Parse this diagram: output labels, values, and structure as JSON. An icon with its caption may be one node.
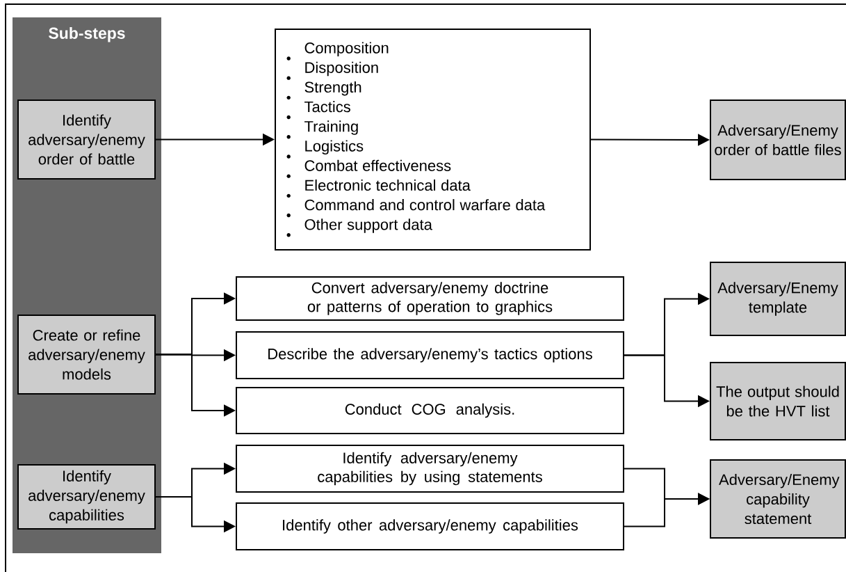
{
  "diagram": {
    "nodes": [
      {
        "text": [
          "Sub-steps"
        ]
      },
      {
        "text": [
          "Identify adversary/enemy order of battle"
        ],
        "in": 0
      },
      {
        "text": [
          "Composition",
          "Disposition",
          "Strength",
          "Tactics",
          "Training",
          "Logistics",
          "Combat effectiveness",
          "Electronic technical data",
          "Command and control warfare data",
          "Other support data"
        ]
      },
      {
        "text": [
          "Adversary/Enemy order of battle files"
        ]
      },
      {
        "text": [
          "Create or refine adversary/enemy models"
        ],
        "in": 0
      },
      {
        "text": [
          "Convert adversary/enemy doctrine or patterns of operation to graphics"
        ]
      },
      {
        "text": [
          "Describe the adversary/enemy’s tactics options"
        ]
      },
      {
        "text": [
          "Conduct COG analysis."
        ]
      },
      {
        "text": [
          "Adversary/Enemy template"
        ]
      },
      {
        "text": [
          "The output should be the HVT list"
        ]
      },
      {
        "text": [
          "Identify adversary/enemy capabilities"
        ],
        "in": 0
      },
      {
        "text": [
          "Identify adversary/enemy capabilities by using statements"
        ]
      },
      {
        "text": [
          "Identify other adversary/enemy capabilities"
        ]
      },
      {
        "text": [
          "Adversary/Enemy capability statement"
        ]
      }
    ],
    "edges": [
      {
        "from": 1,
        "to": 2,
        "arrow": "to"
      },
      {
        "from": 2,
        "to": 3,
        "arrow": "to"
      },
      {
        "from": 4,
        "to": 5,
        "arrow": "to"
      },
      {
        "from": 4,
        "to": 6,
        "arrow": "to"
      },
      {
        "from": 4,
        "to": 7,
        "arrow": "to"
      },
      {
        "from": 6,
        "to": 8,
        "arrow": "to"
      },
      {
        "from": 6,
        "to": 9,
        "arrow": "to"
      },
      {
        "from": 10,
        "to": 11,
        "arrow": "to"
      },
      {
        "from": 10,
        "to": 12,
        "arrow": "to"
      },
      {
        "from": 11,
        "to": 13,
        "arrow": "to"
      },
      {
        "from": 12,
        "to": 13,
        "arrow": "to"
      }
    ]
  }
}
